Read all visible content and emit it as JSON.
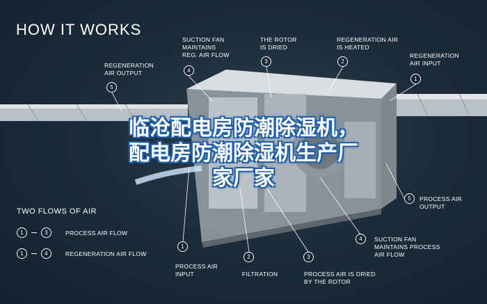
{
  "heading": "HOW IT WORKS",
  "top_labels": [
    {
      "id": "regen-output",
      "num": "5",
      "text": "REGENERATION\nAIR OUTPUT"
    },
    {
      "id": "suction-regen",
      "num": "4",
      "text": "SUCTION FAN\nMAINTAINS\nREG. AIR FLOW"
    },
    {
      "id": "rotor-dried",
      "num": "3",
      "text": "THE ROTOR\nIS DRIED"
    },
    {
      "id": "regen-heated",
      "num": "2",
      "text": "REGENERATION AIR\nIS HEATED"
    },
    {
      "id": "regen-input",
      "num": "1",
      "text": "REGENERATION\nAIR INPUT"
    }
  ],
  "bottom_labels": [
    {
      "id": "process-input",
      "num": "1",
      "text": "PROCESS AIR\nINPUT"
    },
    {
      "id": "filtration",
      "num": "2",
      "text": "FILTRATION"
    },
    {
      "id": "process-dried",
      "num": "3",
      "text": "PROCESS AIR IS DRIED\nBY THE ROTOR"
    },
    {
      "id": "suction-process",
      "num": "4",
      "text": "SUCTION FAN\nMAINTAINS PROCESS\nAIR FLOW"
    },
    {
      "id": "process-output",
      "num": "5",
      "text": "PROCESS AIR\nOUTPUT"
    }
  ],
  "flows": {
    "title": "TWO FLOWS OF AIR",
    "rows": [
      {
        "from": "1",
        "to": "3",
        "label": "PROCESS AIR FLOW"
      },
      {
        "from": "1",
        "to": "4",
        "label": "REGENERATION AIR FLOW"
      }
    ]
  },
  "overlay_lines": [
    "临沧配电房防潮除湿机，",
    "配电房防潮除湿机生产厂",
    "家厂家"
  ]
}
